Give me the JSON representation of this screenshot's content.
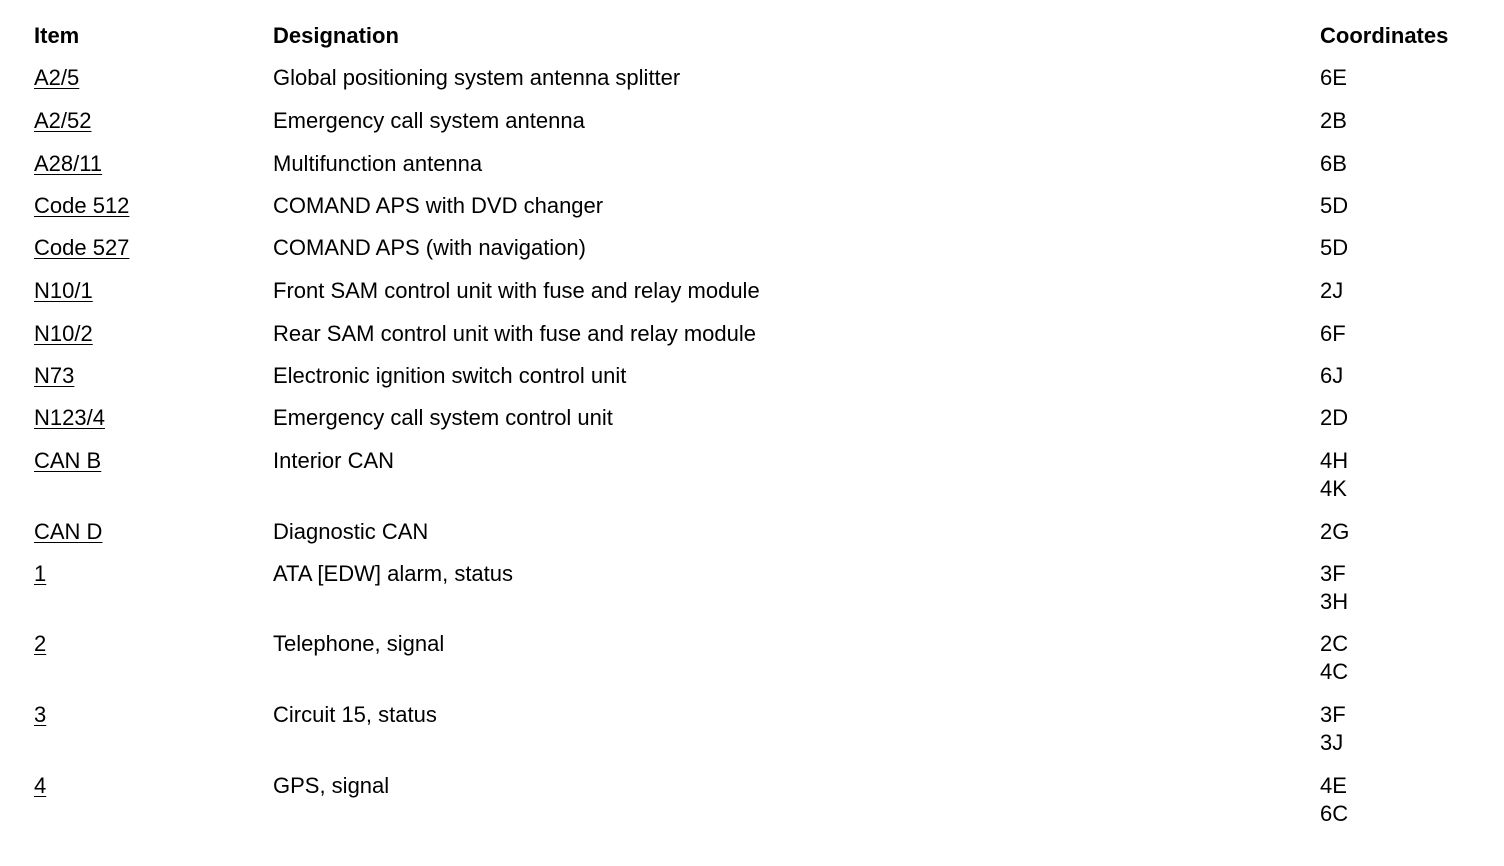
{
  "headers": {
    "item": "Item",
    "designation": "Designation",
    "coordinates": "Coordinates"
  },
  "rows": [
    {
      "item": "A2/5",
      "designation": "Global positioning system antenna splitter",
      "coords": [
        "6E"
      ]
    },
    {
      "item": "A2/52",
      "designation": "Emergency call system antenna",
      "coords": [
        "2B"
      ]
    },
    {
      "item": "A28/11",
      "designation": "Multifunction antenna",
      "coords": [
        "6B"
      ]
    },
    {
      "item": "Code 512",
      "designation": "COMAND APS with DVD changer",
      "coords": [
        "5D"
      ]
    },
    {
      "item": "Code 527",
      "designation": "COMAND APS (with navigation)",
      "coords": [
        "5D"
      ]
    },
    {
      "item": "N10/1",
      "designation": "Front SAM control unit with fuse and relay module",
      "coords": [
        "2J"
      ]
    },
    {
      "item": "N10/2",
      "designation": "Rear SAM control unit with fuse and relay module",
      "coords": [
        "6F"
      ]
    },
    {
      "item": "N73",
      "designation": "Electronic ignition switch control unit",
      "coords": [
        "6J"
      ]
    },
    {
      "item": "N123/4",
      "designation": "Emergency call system control unit",
      "coords": [
        "2D"
      ]
    },
    {
      "item": "CAN B",
      "designation": "Interior CAN",
      "coords": [
        "4H",
        "4K"
      ]
    },
    {
      "item": "CAN D",
      "designation": "Diagnostic CAN",
      "coords": [
        "2G"
      ]
    },
    {
      "item": "1",
      "designation": "ATA [EDW] alarm, status",
      "coords": [
        "3F",
        "3H"
      ]
    },
    {
      "item": "2",
      "designation": "Telephone, signal",
      "coords": [
        "2C",
        "4C"
      ]
    },
    {
      "item": "3",
      "designation": "Circuit 15, status",
      "coords": [
        "3F",
        "3J"
      ]
    },
    {
      "item": "4",
      "designation": "GPS, signal",
      "coords": [
        "4E",
        "6C"
      ]
    }
  ]
}
